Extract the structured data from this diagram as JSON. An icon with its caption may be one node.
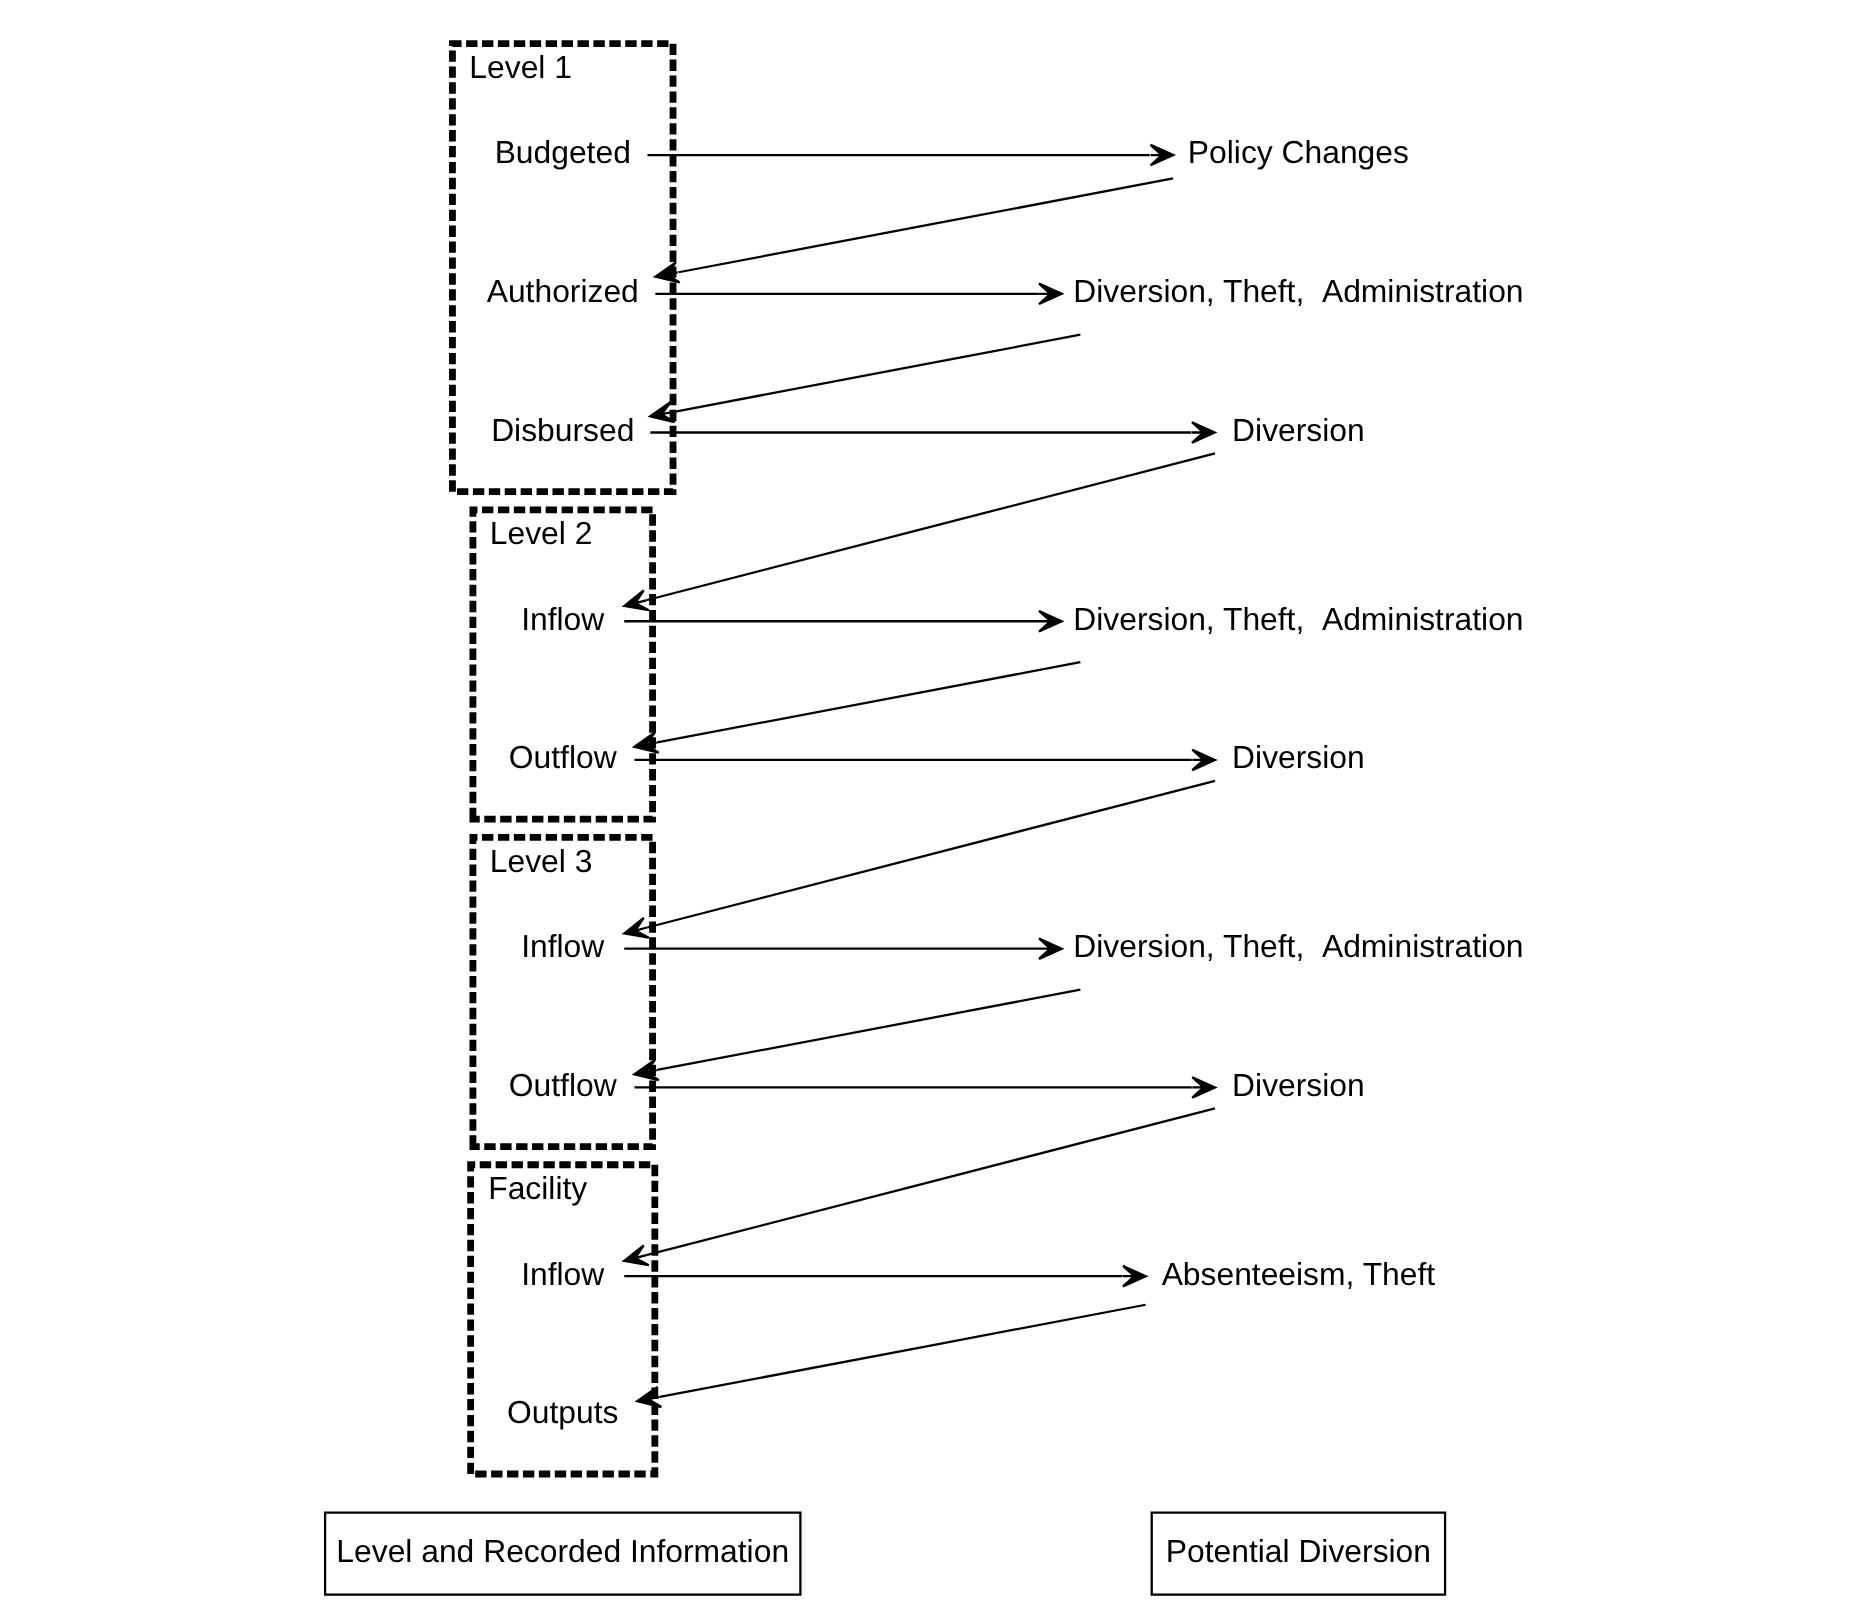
{
  "diagram": {
    "nodes": [
      {
        "text": [
          "Level and Recorded Information"
        ]
      },
      {
        "text": [
          "Potential Diversion"
        ]
      },
      {
        "text": [
          "Level 1"
        ]
      },
      {
        "text": [
          "Budgeted"
        ],
        "in": 2
      },
      {
        "text": [
          "Authorized"
        ],
        "in": 2
      },
      {
        "text": [
          "Disbursed"
        ],
        "in": 2
      },
      {
        "text": [
          "Policy Changes"
        ]
      },
      {
        "text": [
          "Diversion, Theft,  Administration"
        ]
      },
      {
        "text": [
          "Diversion"
        ]
      },
      {
        "text": [
          "Level 2"
        ]
      },
      {
        "text": [
          "Inflow"
        ],
        "in": 9
      },
      {
        "text": [
          "Outflow"
        ],
        "in": 9
      },
      {
        "text": [
          "Diversion, Theft,  Administration"
        ]
      },
      {
        "text": [
          "Diversion"
        ]
      },
      {
        "text": [
          "Level 3"
        ]
      },
      {
        "text": [
          "Inflow"
        ],
        "in": 14
      },
      {
        "text": [
          "Outflow"
        ],
        "in": 14
      },
      {
        "text": [
          "Diversion, Theft,  Administration"
        ]
      },
      {
        "text": [
          "Diversion"
        ]
      },
      {
        "text": [
          "Facility"
        ]
      },
      {
        "text": [
          "Inflow"
        ],
        "in": 19
      },
      {
        "text": [
          "Outputs"
        ],
        "in": 19
      },
      {
        "text": [
          "Absenteeism, Theft"
        ]
      }
    ],
    "edges": [
      {
        "from": 3,
        "to": 6,
        "arrow": "to"
      },
      {
        "from": 6,
        "to": 4,
        "arrow": "to"
      },
      {
        "from": 4,
        "to": 7,
        "arrow": "to"
      },
      {
        "from": 7,
        "to": 5,
        "arrow": "to"
      },
      {
        "from": 5,
        "to": 8,
        "arrow": "to"
      },
      {
        "from": 8,
        "to": 10,
        "arrow": "to"
      },
      {
        "from": 10,
        "to": 12,
        "arrow": "to"
      },
      {
        "from": 12,
        "to": 11,
        "arrow": "to"
      },
      {
        "from": 11,
        "to": 13,
        "arrow": "to"
      },
      {
        "from": 13,
        "to": 15,
        "arrow": "to"
      },
      {
        "from": 15,
        "to": 17,
        "arrow": "to"
      },
      {
        "from": 17,
        "to": 16,
        "arrow": "to"
      },
      {
        "from": 16,
        "to": 18,
        "arrow": "to"
      },
      {
        "from": 18,
        "to": 20,
        "arrow": "to"
      },
      {
        "from": 20,
        "to": 22,
        "arrow": "to"
      },
      {
        "from": 22,
        "to": 21,
        "arrow": "to"
      }
    ]
  }
}
